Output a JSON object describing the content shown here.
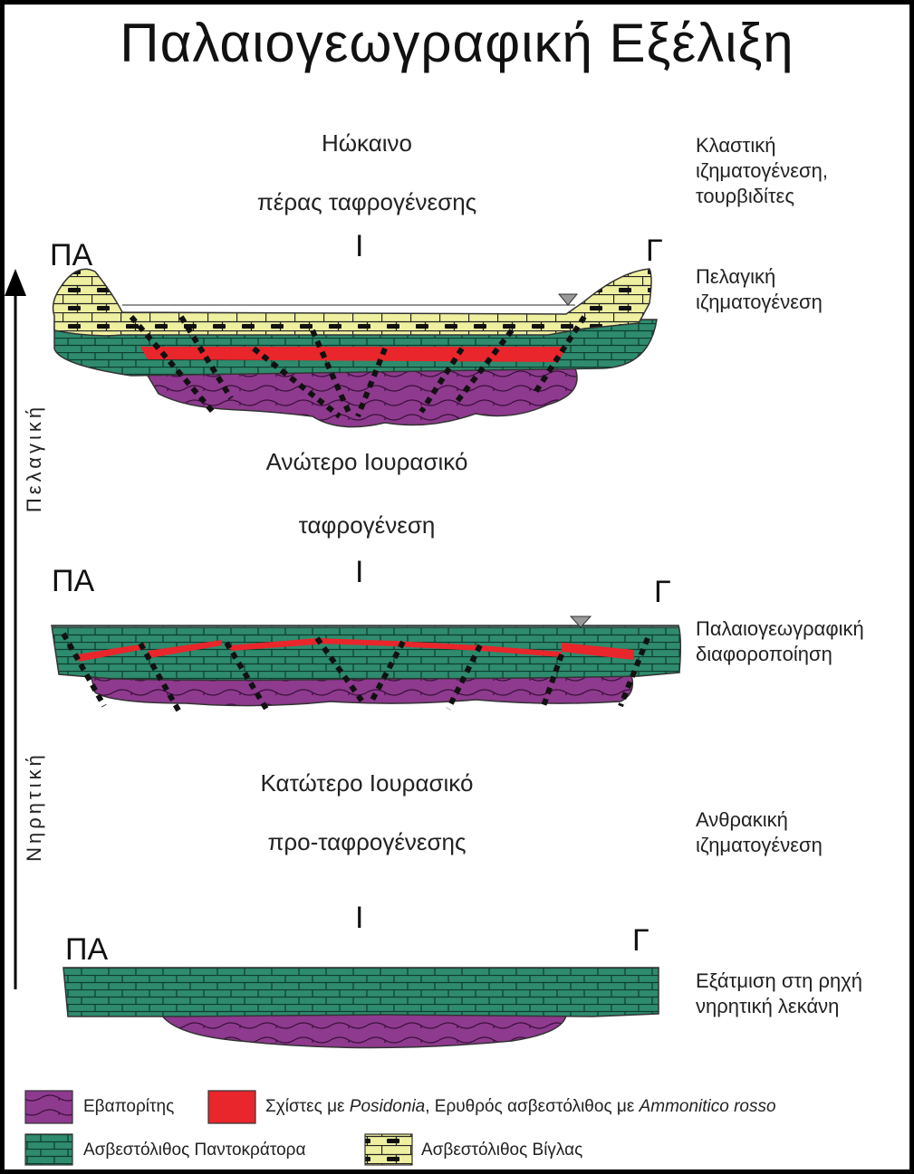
{
  "title": "Παλαιογεωγραφική Εξέλιξη",
  "panels": [
    {
      "era": "Ηώκαινο",
      "phase": "πέρας ταφρογένεσης",
      "left_label": "ΠΑ",
      "center_label": "Ι",
      "right_label": "Γ",
      "notes": [
        "Κλαστική ιζηματογένεση, τουρβιδίτες",
        "Πελαγική ιζηματογένεση"
      ]
    },
    {
      "era": "Ανώτερο Ιουρασικό",
      "phase": "ταφρογένεση",
      "left_label": "ΠΑ",
      "center_label": "Ι",
      "right_label": "Γ",
      "notes": [
        "Παλαιογεωγραφική διαφοροποίηση"
      ]
    },
    {
      "era": "Κατώτερο Ιουρασικό",
      "phase": "προ-ταφρογένεσης",
      "left_label": "ΠΑ",
      "center_label": "Ι",
      "right_label": "Γ",
      "notes": [
        "Ανθρακική ιζηματογένεση",
        "Εξάτμιση στη ρηχή νηρητική λεκάνη"
      ]
    }
  ],
  "axis": {
    "upper_label": "Πελαγική",
    "lower_label": "Νηρητική"
  },
  "legend": [
    {
      "label": "Εβαπορίτης",
      "key": "evaporite"
    },
    {
      "label_parts": [
        "Σχίστες με ",
        "Posidonia",
        ", Ερυθρός ασβεστόλιθος με ",
        "Ammonitico rosso"
      ],
      "key": "red"
    },
    {
      "label": "Ασβεστόλιθος Παντοκράτορα",
      "key": "pantokrator"
    },
    {
      "label": "Ασβεστόλιθος Βίγλας",
      "key": "vigla"
    }
  ],
  "colors": {
    "evaporite": "#8e3a8e",
    "pantokrator": "#2e8b6e",
    "red": "#e8262b",
    "vigla": "#eef0a0",
    "fault": "#111111"
  }
}
